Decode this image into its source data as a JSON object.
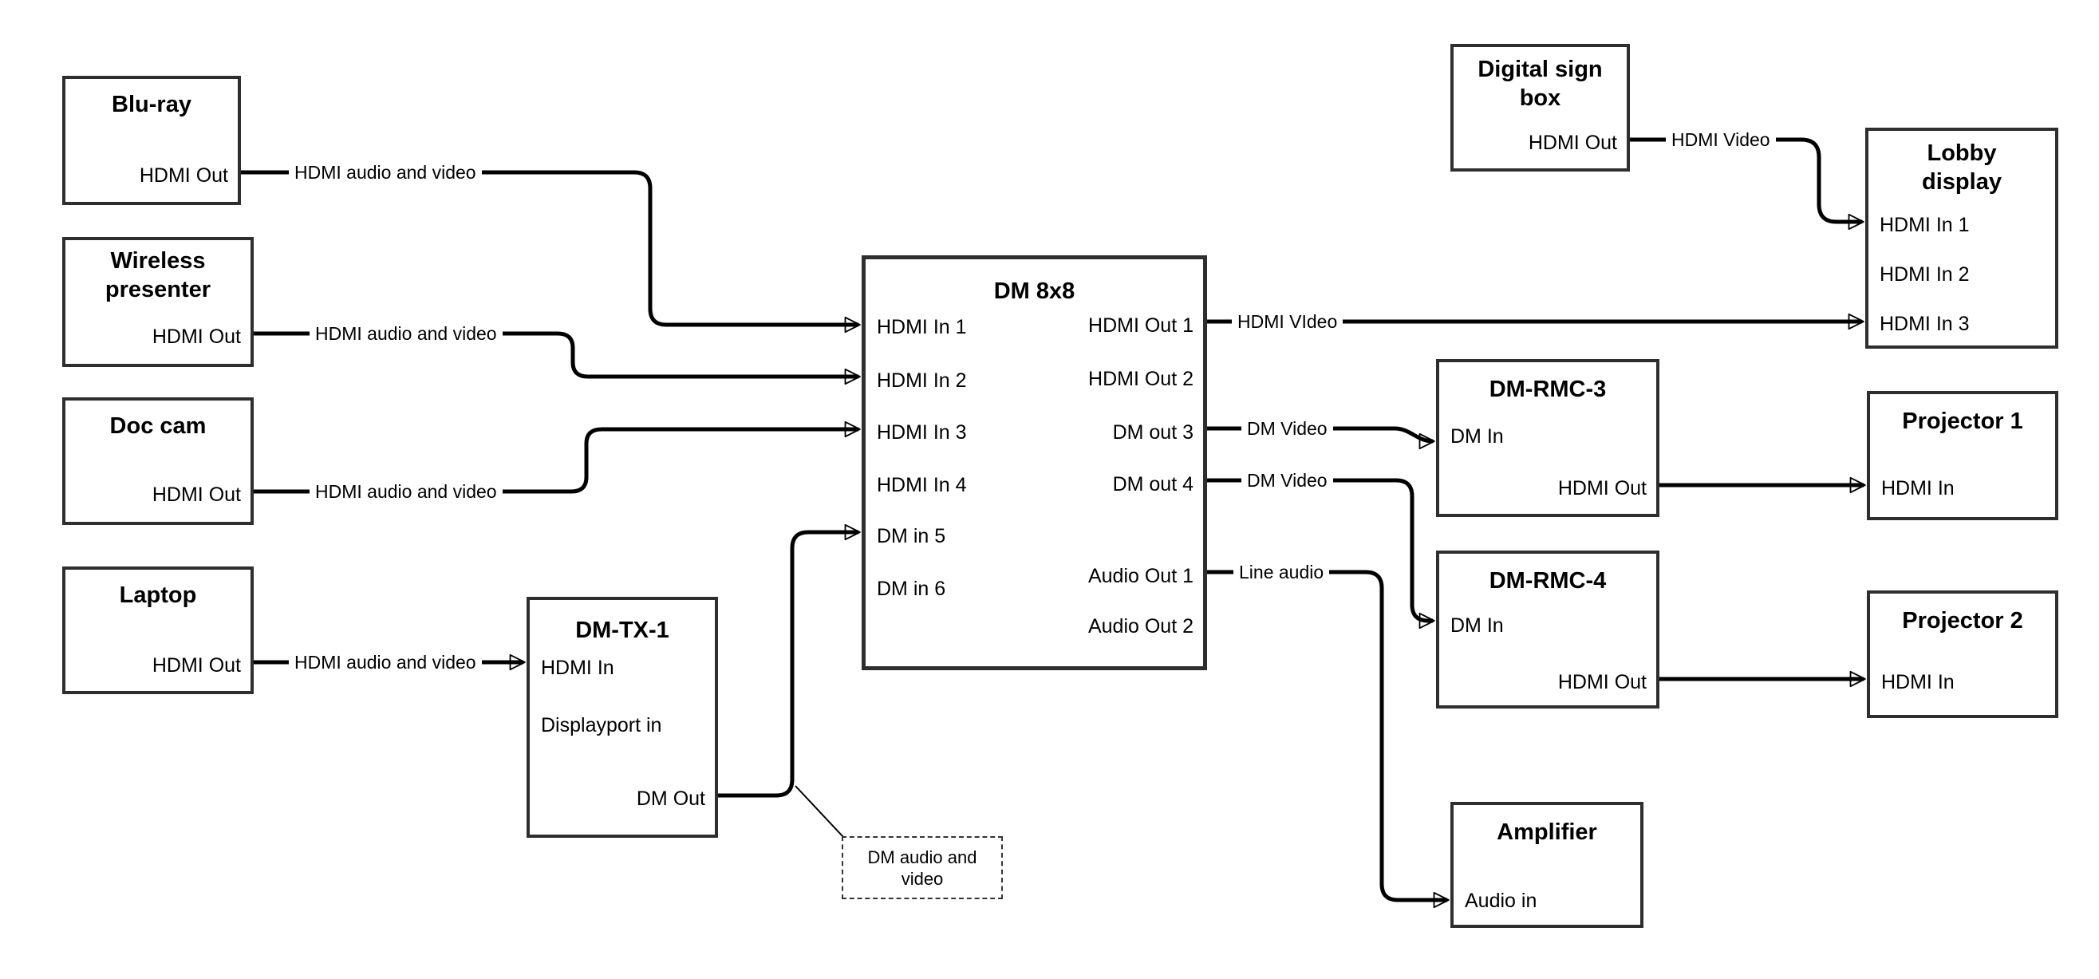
{
  "nodes": {
    "bluray": {
      "title": "Blu-ray",
      "hdmi_out": "HDMI Out"
    },
    "wireless": {
      "title": "Wireless presenter",
      "hdmi_out": "HDMI Out"
    },
    "doccam": {
      "title": "Doc cam",
      "hdmi_out": "HDMI Out"
    },
    "laptop": {
      "title": "Laptop",
      "hdmi_out": "HDMI Out"
    },
    "dmtx1": {
      "title": "DM-TX-1",
      "hdmi_in": "HDMI In",
      "dp_in": "Displayport in",
      "dm_out": "DM Out"
    },
    "dm8x8": {
      "title": "DM 8x8",
      "in1": "HDMI In 1",
      "in2": "HDMI In 2",
      "in3": "HDMI In 3",
      "in4": "HDMI In 4",
      "in5": "DM in 5",
      "in6": "DM in 6",
      "out1": "HDMI Out 1",
      "out2": "HDMI Out 2",
      "out3": "DM out 3",
      "out4": "DM out 4",
      "aout1": "Audio Out 1",
      "aout2": "Audio Out 2"
    },
    "digsign": {
      "title": "Digital sign box",
      "hdmi_out": "HDMI Out"
    },
    "lobby": {
      "title": "Lobby display",
      "in1": "HDMI In 1",
      "in2": "HDMI In 2",
      "in3": "HDMI In 3"
    },
    "rmc3": {
      "title": "DM-RMC-3",
      "dm_in": "DM In",
      "hdmi_out": "HDMI Out"
    },
    "proj1": {
      "title": "Projector 1",
      "hdmi_in": "HDMI In"
    },
    "rmc4": {
      "title": "DM-RMC-4",
      "dm_in": "DM In",
      "hdmi_out": "HDMI Out"
    },
    "proj2": {
      "title": "Projector 2",
      "hdmi_in": "HDMI In"
    },
    "amp": {
      "title": "Amplifier",
      "audio_in": "Audio in"
    }
  },
  "wire_labels": {
    "bluray_feed": "HDMI audio and video",
    "wireless_feed": "HDMI audio and video",
    "doccam_feed": "HDMI audio and video",
    "laptop_feed": "HDMI audio and video",
    "out1_feed": "HDMI VIdeo",
    "out3_feed": "DM Video",
    "out4_feed": "DM Video",
    "audio_feed": "Line audio",
    "digsign_feed": "HDMI Video"
  },
  "callout": {
    "text": "DM audio and video"
  },
  "colors": {
    "wire": "#000000",
    "box_border": "#2e2e2e",
    "background": "#ffffff",
    "text": "#000000"
  }
}
